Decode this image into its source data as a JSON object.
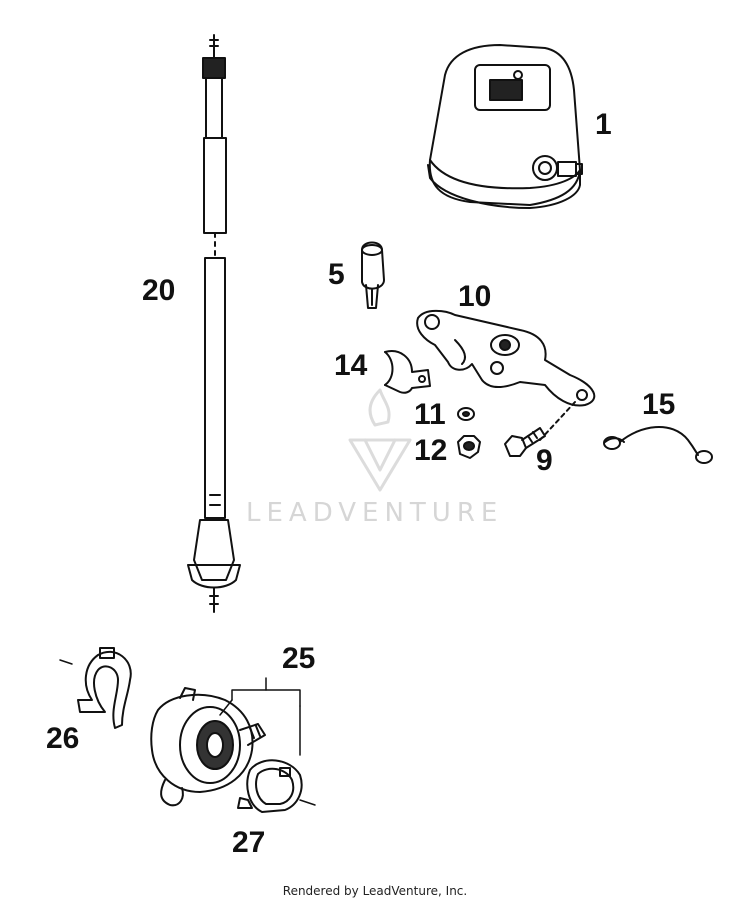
{
  "diagram": {
    "callouts": {
      "p1": "1",
      "p5": "5",
      "p9": "9",
      "p10": "10",
      "p11": "11",
      "p12": "12",
      "p14": "14",
      "p15": "15",
      "p20": "20",
      "p25": "25",
      "p26": "26",
      "p27": "27"
    },
    "watermark": "LEADVENTURE",
    "footer": "Rendered by LeadVenture, Inc."
  }
}
